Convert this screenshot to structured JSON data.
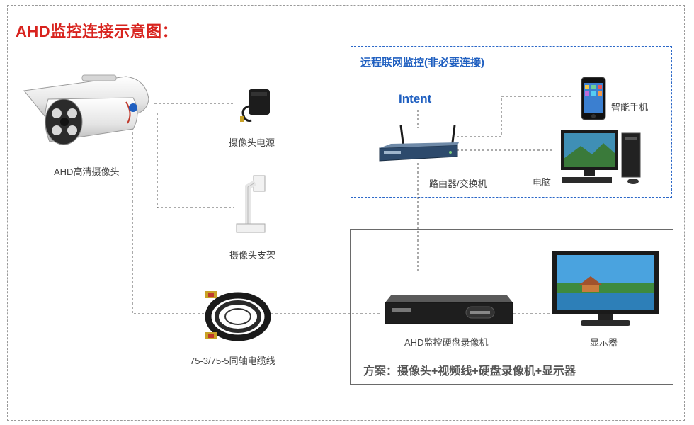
{
  "title": "AHD监控连接示意图：",
  "remote": {
    "title": "远程联网监控(非必要连接)",
    "intent": "Intent"
  },
  "labels": {
    "camera": "AHD高清摄像头",
    "power": "摄像头电源",
    "bracket": "摄像头支架",
    "cable": "75-3/75-5同轴电缆线",
    "router": "路由器/交换机",
    "phone": "智能手机",
    "pc": "电脑",
    "dvr": "AHD监控硬盘录像机",
    "monitor": "显示器"
  },
  "scheme": "方案：摄像头+视频线+硬盘录像机+显示器",
  "colors": {
    "title": "#d8231e",
    "accent_blue": "#1f5fc0",
    "remote_border": "#2c68c8",
    "connector": "#555555"
  }
}
